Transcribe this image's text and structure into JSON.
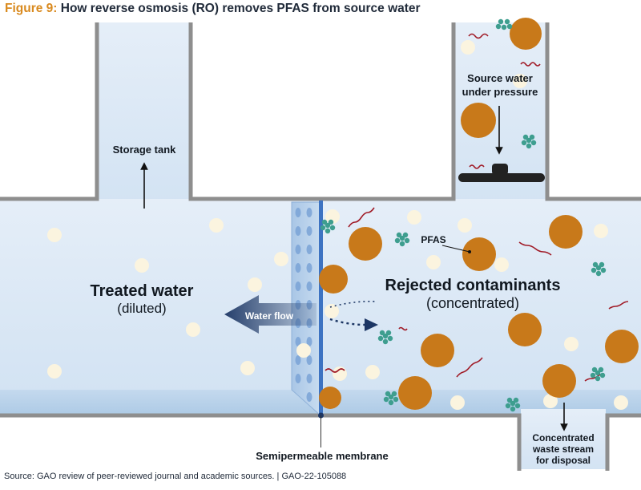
{
  "figure": {
    "number": "Figure 9:",
    "title": "How reverse osmosis (RO) removes PFAS from source water",
    "source": "Source: GAO review of peer-reviewed journal and academic sources.  |  GAO-22-105088"
  },
  "labels": {
    "storage_tank": "Storage tank",
    "source_water_line1": "Source water",
    "source_water_line2": "under pressure",
    "treated_water": "Treated water",
    "treated_water_sub": "(diluted)",
    "rejected": "Rejected contaminants",
    "rejected_sub": "(concentrated)",
    "pfas": "PFAS",
    "water_flow": "Water flow",
    "membrane": "Semipermeable membrane",
    "waste_line1": "Concentrated",
    "waste_line2": "waste stream",
    "waste_line3": "for disposal"
  },
  "colors": {
    "pipe_wall": "#8e8e8e",
    "water_light": "#dde9f6",
    "water_dark": "#b9d2ea",
    "membrane": "#4a7fc9",
    "water_molecule": "#fbf4df",
    "contaminant": "#c8791a",
    "pfas_chain": "#a01a26",
    "cluster": "#3e9e8f",
    "arrow_dark": "#1c3664",
    "title_accent": "#d98a1f"
  }
}
